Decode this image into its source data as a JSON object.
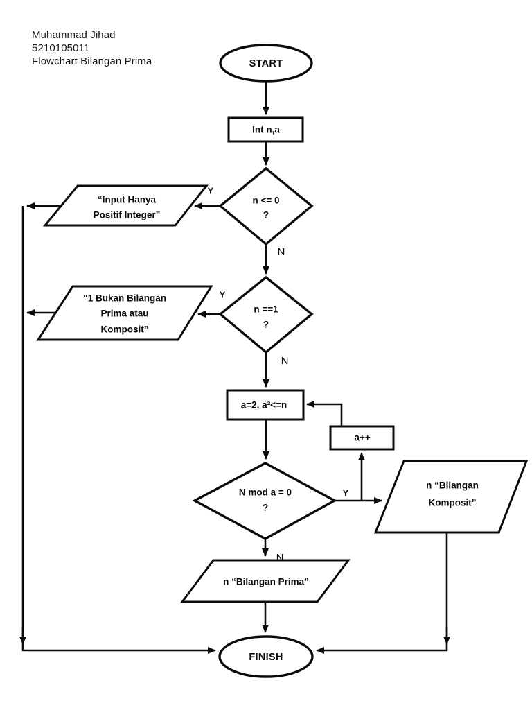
{
  "header": {
    "name": "Muhammad Jihad",
    "student_id": "5210105011",
    "title": "Flowchart Bilangan Prima"
  },
  "flowchart": {
    "start": "START",
    "init": "Int n,a",
    "decision_n_le_0": {
      "line1": "n <= 0",
      "line2": "?"
    },
    "io_input_warning": {
      "line1": "“Input Hanya",
      "line2": "Positif Integer”"
    },
    "decision_n_eq_1": {
      "line1": "n ==1",
      "line2": "?"
    },
    "io_one_warning": {
      "line1": "“1 Bukan Bilangan",
      "line2": "Prima atau",
      "line3": "Komposit”"
    },
    "loop_init": "a=2, a²<=n",
    "increment": "a++",
    "decision_n_mod_a": {
      "line1": "N mod a = 0",
      "line2": "?"
    },
    "io_komposit": {
      "line1": "n “Bilangan",
      "line2": "Komposit”"
    },
    "io_prima": "n “Bilangan Prima”",
    "finish": "FINISH",
    "labels": {
      "yes": "Y",
      "no": "N"
    }
  }
}
